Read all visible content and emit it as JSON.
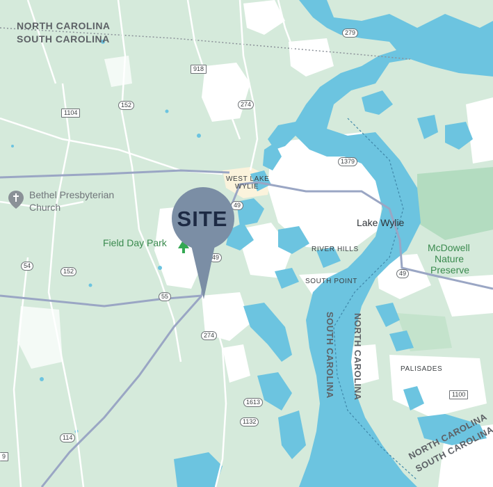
{
  "map": {
    "colors": {
      "land": "#d5eadb",
      "urban": "#ffffff",
      "water": "#6cc4e0",
      "highway": "#9aa6c4",
      "road": "#ffffff",
      "park": "#b3dcc0",
      "pin": "#7b8ea5",
      "pin_text": "#1d2a44"
    },
    "marker": {
      "label": "SITE",
      "icon": "map-pin-icon"
    },
    "states": {
      "nc_top": "NORTH CAROLINA",
      "sc_top": "SOUTH CAROLINA",
      "sc_river": "SOUTH CAROLINA",
      "nc_river": "NORTH CAROLINA",
      "nc_bottom": "NORTH CAROLINA",
      "sc_bottom": "SOUTH CAROLINA"
    },
    "places": {
      "west_lake_wylie_1": "WEST LAKE",
      "west_lake_wylie_2": "WYLIE",
      "river_hills": "RIVER HILLS",
      "south_point": "SOUTH POINT",
      "palisades": "PALISADES",
      "lake_wylie": "Lake Wylie",
      "field_day_park": "Field Day Park",
      "bethel_1": "Bethel Presbyterian",
      "bethel_2": "Church",
      "mcdowell_1": "McDowell",
      "mcdowell_2": "Nature",
      "mcdowell_3": "Preserve"
    },
    "roads": {
      "r279": "279",
      "r918": "918",
      "r1104": "1104",
      "r152a": "152",
      "r274a": "274",
      "r1379": "1379",
      "r49a": "49",
      "r49b": "49",
      "r49c": "49",
      "r54": "54",
      "r152b": "152",
      "r55": "55",
      "r274b": "274",
      "r1613": "1613",
      "r1132": "1132",
      "r114": "114",
      "r1100": "1100",
      "r9": "9"
    },
    "icons": {
      "church": "church-cross-icon",
      "park": "park-tree-icon"
    }
  }
}
